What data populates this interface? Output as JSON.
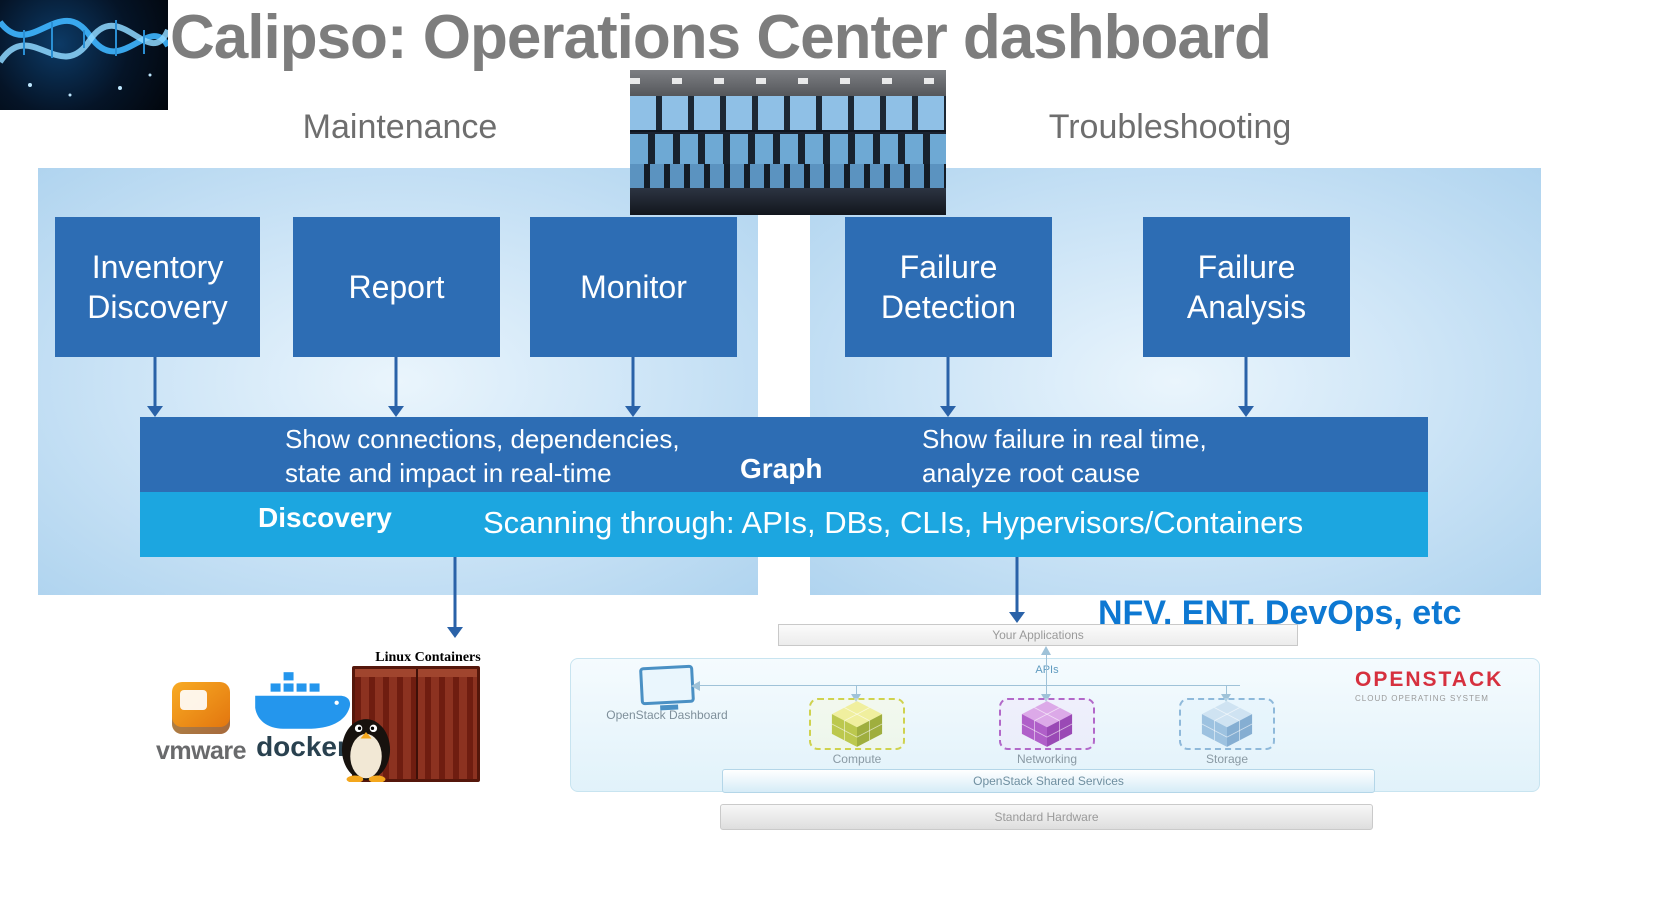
{
  "header": {
    "title": "Calipso: Operations Center dashboard",
    "maintenance_label": "Maintenance",
    "troubleshooting_label": "Troubleshooting"
  },
  "maintenance": {
    "boxes": [
      {
        "label": "Inventory Discovery"
      },
      {
        "label": "Report"
      },
      {
        "label": "Monitor"
      }
    ]
  },
  "troubleshooting": {
    "boxes": [
      {
        "label": "Failure Detection"
      },
      {
        "label": "Failure Analysis"
      }
    ]
  },
  "graph_bar": {
    "left_text": "Show connections, dependencies,\nstate and impact in real-time",
    "label": "Graph",
    "right_text": "Show failure in real time,\nanalyze root cause"
  },
  "discovery_bar": {
    "label": "Discovery",
    "scanning_text": "Scanning through: APIs, DBs, CLIs, Hypervisors/Containers"
  },
  "annotations": {
    "nfv_text": "NFV, ENT, DevOps, etc",
    "linux_containers_label": "Linux Containers"
  },
  "logos": {
    "vmware_label": "vmware",
    "docker_label": "docker"
  },
  "openstack": {
    "your_applications": "Your Applications",
    "dashboard_label": "OpenStack Dashboard",
    "apis_label": "APIs",
    "components": [
      {
        "label": "Compute",
        "accent": "#cfd24e"
      },
      {
        "label": "Networking",
        "accent": "#b268c9"
      },
      {
        "label": "Storage",
        "accent": "#8fb9da"
      }
    ],
    "shared_services": "OpenStack Shared Services",
    "standard_hardware": "Standard Hardware",
    "logo_text": "OPENSTACK",
    "logo_subtext": "CLOUD OPERATING SYSTEM"
  },
  "colors": {
    "box_blue": "#2d6db4",
    "bar_cyan": "#1ca6e0",
    "accent_blue_text": "#0d78d2",
    "openstack_red": "#d6303e",
    "title_gray": "#7d7d7d"
  }
}
